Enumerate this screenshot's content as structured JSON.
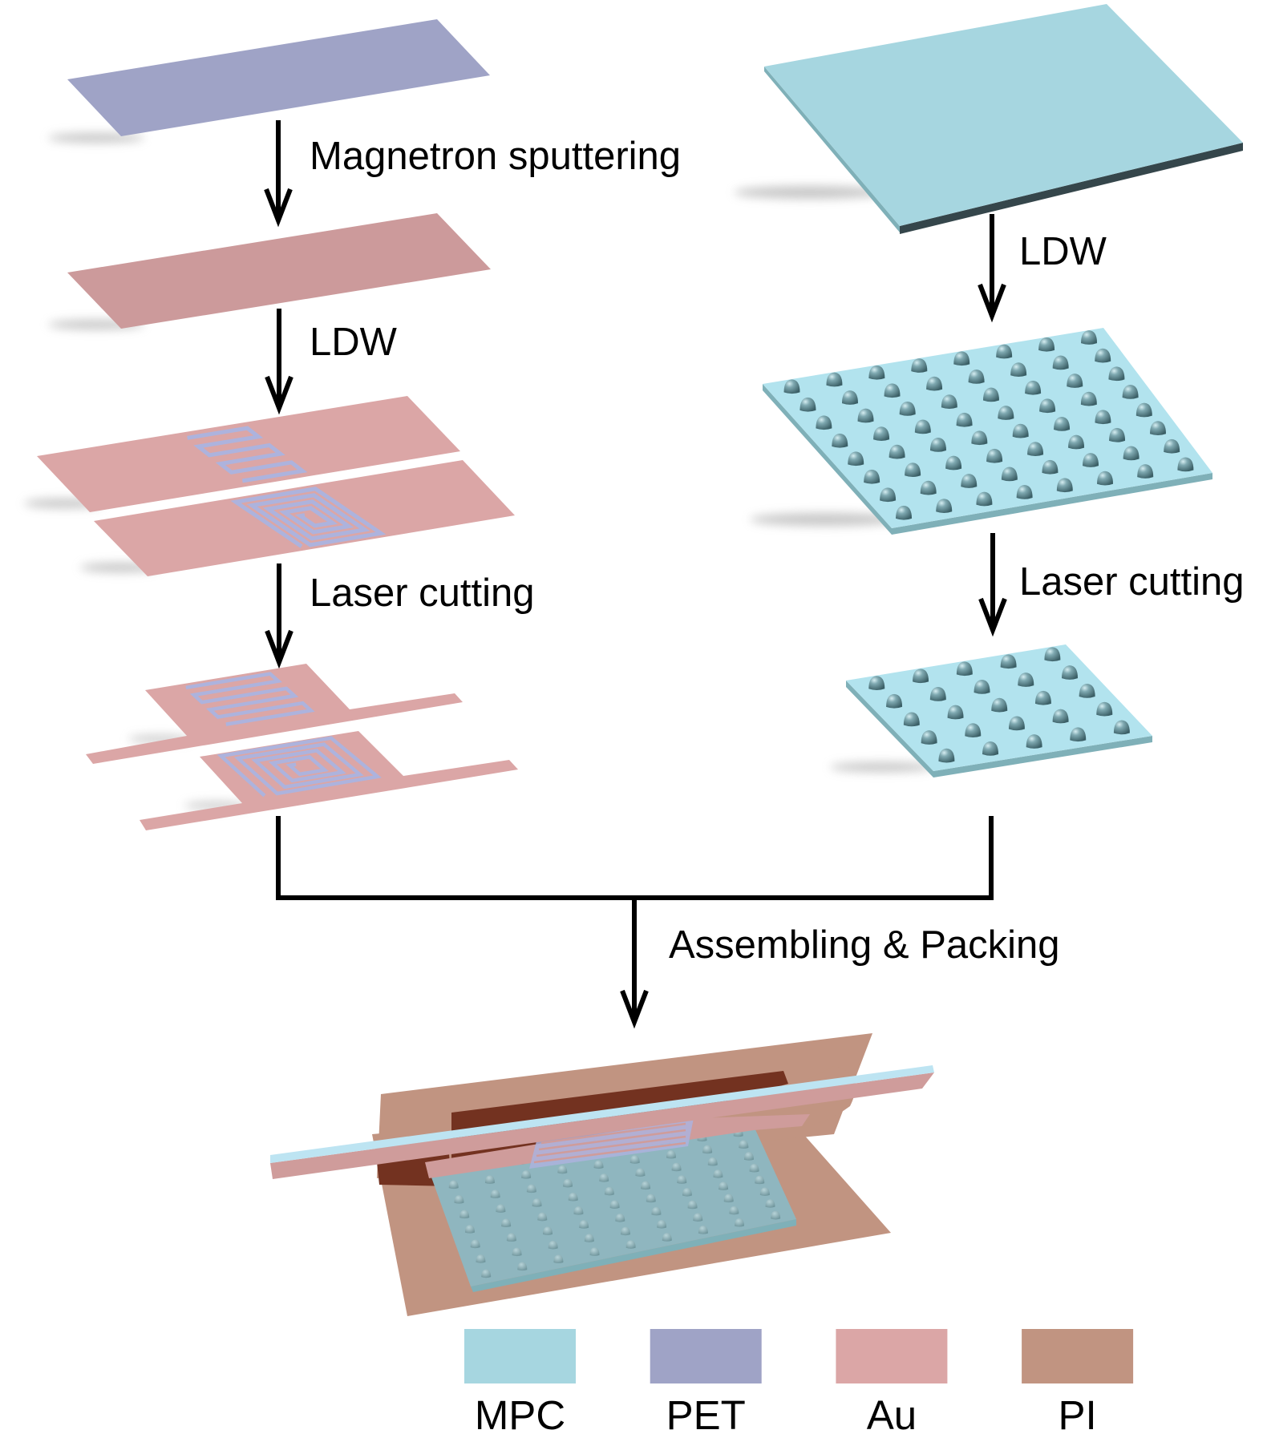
{
  "figure": {
    "left_column": {
      "steps": [
        {
          "from": "PET substrate",
          "process": "Magnetron sputtering",
          "to": "Au-coated PET"
        },
        {
          "from": "Au-coated PET",
          "process": "LDW",
          "to": "Patterned electrodes (interdigitated + spiral)"
        },
        {
          "from": "Patterned electrodes (interdigitated + spiral)",
          "process": "Laser cutting",
          "to": "Cut electrodes"
        }
      ]
    },
    "right_column": {
      "steps": [
        {
          "from": "MPC sheet",
          "process": "LDW",
          "to": "MPC with microdome array"
        },
        {
          "from": "MPC with microdome array",
          "process": "Laser cutting",
          "to": "Cut MPC microdome array"
        }
      ],
      "dome_grid_full": {
        "rows": 8,
        "cols": 8
      },
      "dome_grid_cut": {
        "rows": 5,
        "cols": 5
      }
    },
    "merge_step": {
      "process": "Assembling & Packing",
      "result": "Assembled sensor"
    },
    "labels": {
      "magnetron": "Magnetron sputtering",
      "ldw_left": "LDW",
      "laser_left": "Laser cutting",
      "ldw_right": "LDW",
      "laser_right": "Laser cutting",
      "assemble": "Assembling & Packing"
    },
    "legend": [
      {
        "label": "MPC",
        "color": "#a6d6e0"
      },
      {
        "label": "PET",
        "color": "#9fa3c6"
      },
      {
        "label": "Au",
        "color": "#dba6a6"
      },
      {
        "label": "PI",
        "color": "#c19481"
      }
    ],
    "colors": {
      "pet": "#9fa3c6",
      "au_sputtered": "#cc9a9b",
      "au": "#dba6a6",
      "pattern": "#adb3dd",
      "mpc_top": "#a6d6e0",
      "mpc_side": "#7fb0b8",
      "mpc_edge": "#35464b",
      "mpc_array": "#b2e3ee",
      "dome": "#5f8e97",
      "pi": "#c19481",
      "pi_dark": "#733220",
      "mpc_assembled": "#8fb6bf",
      "bar_top": "#bde4f2",
      "bar_side": "#cf9c9b"
    }
  }
}
